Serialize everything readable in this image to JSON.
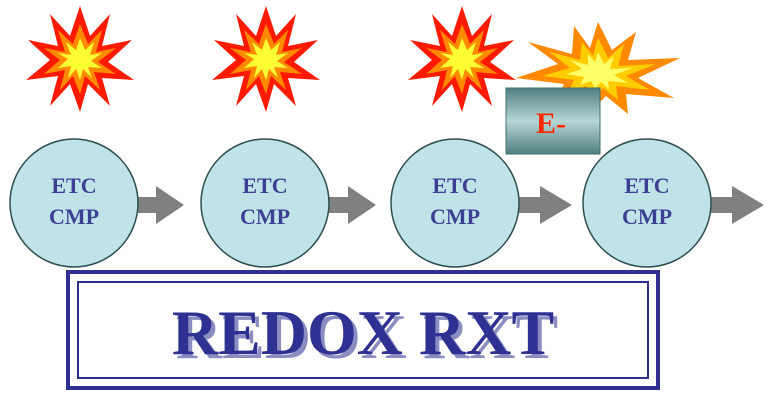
{
  "components": [
    {
      "line1": "ETC",
      "line2": "CMP"
    },
    {
      "line1": "ETC",
      "line2": "CMP"
    },
    {
      "line1": "ETC",
      "line2": "CMP"
    },
    {
      "line1": "ETC",
      "line2": "CMP"
    }
  ],
  "electron_label": "E-",
  "title": "REDOX RXT",
  "colors": {
    "circle_fill": "#bfe3e8",
    "circle_stroke": "#2f4f4f",
    "arrow": "#808080",
    "text_blue": "#3d3f93",
    "title_blue": "#2e3192",
    "burst_red": "#ff1a00",
    "burst_orange": "#ff8a00",
    "burst_yellow": "#ffff33",
    "electron_box": "#5f8f8f",
    "electron_text": "#ff2a00"
  },
  "icons": [
    "explosion-burst-icon",
    "arrow-right-icon"
  ]
}
